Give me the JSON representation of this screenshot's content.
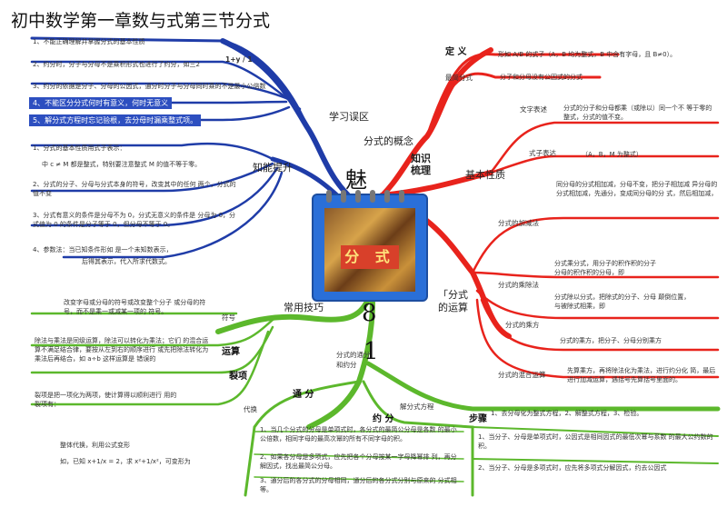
{
  "title": "初中数学第一章数与式第三节分式",
  "center": {
    "label": "分 式",
    "big_chars": [
      "魅",
      "8",
      "1"
    ],
    "knowledge_label": "知识梳理"
  },
  "left_top": {
    "node": "学习误区",
    "items": [
      "1、不能正确理解并掌握分式的基本性质",
      "2、约分时，分子与分母不是乘积形式也进行了约分，如三2",
      "3、约分的依据是分子、分母的公因式，通分时分子与分母同时乘的不是最小公倍数",
      "4、不能区分分式何时有意义，何时无意义",
      "5、解分式方程时忘记验根，去分母时漏乘整式项。"
    ],
    "formula": "1+y / 1"
  },
  "left_mid": {
    "node": "知能提升",
    "items": [
      "1、分式的基本性质用式子表示：",
      "中 c ≠ M 都是整式，特别要注意整式 M 的值不等于零。",
      "2、分式的分子、分母与分式本身的符号，改变其中的任何 两个，分式的值不变",
      "3、分式有意义的条件是分母不为 0，分式无意义的条件是 分母为 0，分式值为 0 的条件是分子等于 0，但分母不等于 0。",
      "4、参数法：当已知条件形如 是一个未知数表示，",
      "后得其表示，代入所求代数式。"
    ]
  },
  "left_bottom": {
    "node": "常用技巧",
    "items": {
      "symbol_label": "符号",
      "symbol_text": "改变字母或分母的符号或改变整个分子 或分母的符号，而不是乘一或减某一项的 符号。",
      "calc_label": "运算",
      "calc_text": "除法与乘法是同级运算，除法可以转化为乘法；它们 的混合运算不满足结合律，要按从左到右的顺序进行 或先把除法转化为乘法后再结合，如 a÷b 这样运算是 错误的",
      "split_label": "裂项",
      "split_text": "裂项是把一项化为两项，使计算得以顺利进行 用的裂项有：",
      "sub_label": "代换",
      "sub_text": "整体代换，利用公式变形",
      "sub_example": "如，已知 x+1/x = 2，求 x²+1/x²，可变形为"
    }
  },
  "right": {
    "knowledge": "知识梳理",
    "concept": "分式的概念",
    "definition_label": "定 义",
    "definition_text": "形如 A/B 的式子（A，B 均为整式，B 中含有字母，且 B≠0）。",
    "simplest_label": "最简分式",
    "simplest_text": "分子和分母没有公因式的分式",
    "basic_label": "基本性质",
    "text_expr_label": "文字表述",
    "text_expr": "分式的分子和分母都乘（或除以）同一个不 等于零的整式，分式的值不变。",
    "formula_expr_label": "式子表达",
    "formula_expr": "（A，B，M 为整式）",
    "operations_label": "「分式的运算",
    "add_label": "分式的加减法",
    "add_text": "同分母的分式相加减，分母不变，把分子相加减 异分母的分式相加减，先通分，变成同分母的分 式，然后相加减，",
    "mul_label": "分式的乘除法",
    "mul_text": "分式乘分式，用分子的积作积的分子 分母的积作积的分母，即",
    "div_text": "分式除以分式，把除式的分子、分母 颠倒位置，与被除式相乘，即",
    "pow_label": "分式的乘方",
    "pow_text": "分式的乘方，把分子、分母分别乘方",
    "mixed_label": "分式的混合运算",
    "mixed_text": "先算乘方，再将除法化为乘法，进行约分化 简，最后进行加减运算，遇括号先算括号里面的。"
  },
  "bottom": {
    "reduce_label": "分式的通分 和约分",
    "common_label": "通 分",
    "reduce2_label": "约 分",
    "solve_label": "解分式方程",
    "steps_label": "步骤",
    "steps_text": "1、去分母化为整式方程，2、解整式方程，3、检验。",
    "tong_items": [
      "1、当几个分式的分母是单项式时，各分式的最简公分母是各数 的最小公倍数，相同字母的最高次幂的所有不同字母的积。",
      "2、如果各分母是多项式，应先把各个分母按某一字母降幂排 列，再分解因式，找出最简公分母。",
      "3、通分后的各分式的分母相同，通分后的各分式分别与原来的 分式相等。"
    ],
    "yue_items": [
      "1、当分子、分母是单项式时，公因式是相同因式的最低次幂与系数 的最大公约数的积。",
      "2、当分子、分母是多项式时，应先将多项式分解因式，约去公因式"
    ]
  },
  "colors": {
    "blue": "#1f3ca8",
    "red": "#e8231c",
    "green": "#5cb82c",
    "card": "#2a6fd8"
  }
}
